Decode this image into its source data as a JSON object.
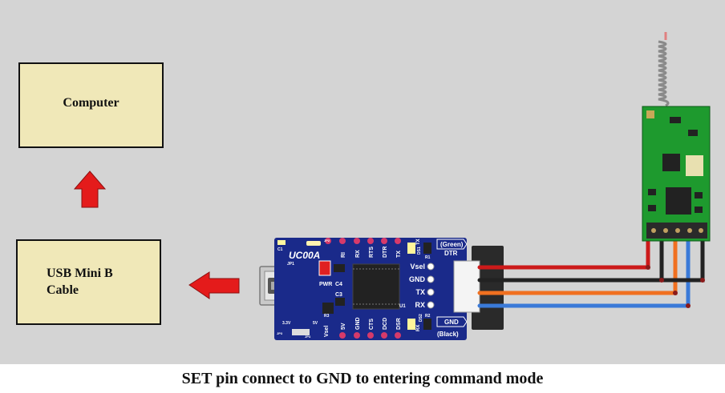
{
  "boxes": {
    "computer": "Computer",
    "usb_line1": "USB Mini B",
    "usb_line2": "Cable"
  },
  "caption": "SET pin connect to GND to entering command mode",
  "board": {
    "name": "UC00A",
    "pins_right": [
      "Vsel",
      "GND",
      "TX",
      "RX"
    ],
    "header_top": [
      "RI",
      "RX",
      "RTS",
      "DTR",
      "TX"
    ],
    "header_bottom": [
      "5V",
      "GND",
      "CTS",
      "DCD",
      "DSR"
    ],
    "dtr_tag": "DTR",
    "gnd_tag": "GND",
    "green_label": "(Green)",
    "black_label": "(Black)",
    "pwr": "PWR",
    "c4": "C4",
    "c3": "C3",
    "c1": "C1",
    "jp1": "JP1",
    "r3": "R3",
    "r1": "R1",
    "r2": "R2",
    "u1": "U1",
    "ds1": "DS1",
    "ds2": "DS2",
    "rx_small": "RX",
    "tx_small": "TX",
    "v33": "3.3V",
    "v5": "5V",
    "vsel_small": "Vsel",
    "jp2": "JP2",
    "jp3": "JP3",
    "jp4": "JP4"
  },
  "colors": {
    "background": "#d4d4d4",
    "box_fill": "#f0e8b8",
    "arrow": "#e41b1b",
    "board": "#1a2a8a",
    "module": "#1e9a2e",
    "wire_red": "#cc1a1a",
    "wire_black": "#222222",
    "wire_orange": "#f07020",
    "wire_blue": "#3a7ad8"
  },
  "icons": [
    "up-arrow",
    "left-arrow",
    "usb-mini-connector",
    "antenna-spring"
  ]
}
